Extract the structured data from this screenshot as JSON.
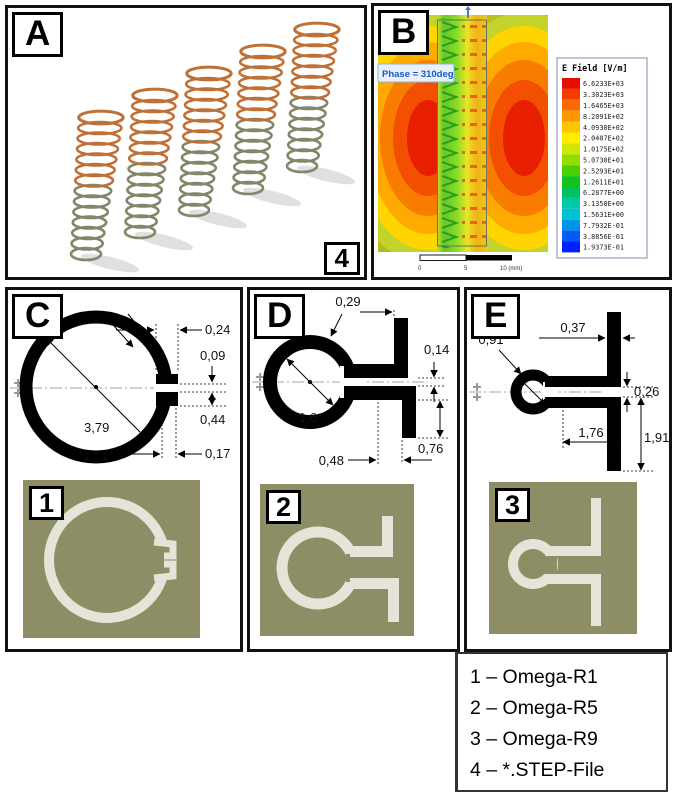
{
  "panelA": {
    "label": "A",
    "corner_label": "4"
  },
  "panelB": {
    "label": "B",
    "phase": "Phase = 310deg",
    "legend_title": "E Field [V/m]",
    "legend_values": [
      "6.6233E+03",
      "3.3023E+03",
      "1.6465E+03",
      "8.2091E+02",
      "4.0930E+02",
      "2.0407E+02",
      "1.0175E+02",
      "5.0730E+01",
      "2.5293E+01",
      "1.2611E+01",
      "6.2877E+00",
      "3.1350E+00",
      "1.5631E+00",
      "7.7932E-01",
      "3.8856E-01",
      "1.9373E-01"
    ],
    "legend_colors": [
      "#e60d00",
      "#f53c00",
      "#fa6a00",
      "#ff9800",
      "#ffc400",
      "#fdee00",
      "#cfe800",
      "#93dc00",
      "#4ccf00",
      "#12c31c",
      "#00c060",
      "#00c9a6",
      "#00c2d6",
      "#0093e8",
      "#005cf5",
      "#0021ff"
    ],
    "scale_ticks": {
      "left": "0",
      "mid": "5",
      "right": "10 (mm)"
    }
  },
  "panelC": {
    "label": "C",
    "photo_label": "1",
    "dims": {
      "thickness": "0,24",
      "gap": "0,09",
      "tab_height": "0,44",
      "diameter": "3,79",
      "tab_width": "0,17"
    }
  },
  "panelD": {
    "label": "D",
    "photo_label": "2",
    "dims": {
      "thickness": "0,29",
      "gap": "0,14",
      "diameter": "1,6",
      "stub_length": "0,76",
      "arm_length": "0,48"
    }
  },
  "panelE": {
    "label": "E",
    "photo_label": "3",
    "dims": {
      "diameter": "0,91",
      "bar_width": "0,37",
      "gap": "0,26",
      "arm_length": "1,76",
      "bar_length": "1,91"
    }
  },
  "key": {
    "items": [
      "1 – Omega-R1",
      "2 – Omega-R5",
      "3 – Omega-R9",
      "4 – *.STEP-File"
    ]
  },
  "colors": {
    "spring_top": "#bf7036",
    "spring_bottom": "#85856a",
    "photo_bg": "#8e8e66",
    "metal": "#e4e4d8",
    "field_red": "#e81e00",
    "field_orange": "#f57800",
    "field_yellow": "#ffd400",
    "field_green": "#8cc63e",
    "phase_text": "#1a56c8"
  }
}
